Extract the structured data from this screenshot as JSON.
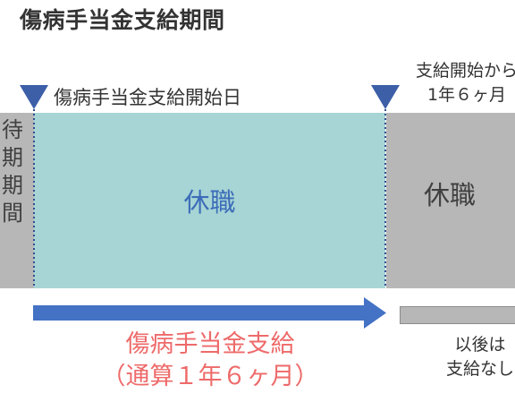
{
  "title": "傷病手当金支給期間",
  "start_marker_label": "傷病手当金支給開始日",
  "end_marker_label": "支給開始から\n1年６ヶ月",
  "waiting_period_label": "待\n期\n期\n間",
  "leave_label_1": "休職",
  "leave_label_2": "休職",
  "benefit_label": "傷病手当金支給\n（通算１年６ヶ月）",
  "after_label": "以後は\n支給なし",
  "colors": {
    "gray_block": "#b7b7b7",
    "teal_block": "#a7d5d5",
    "marker_blue": "#3d5fa8",
    "leave_text_blue": "#3d6db9",
    "benefit_red": "#ee6a6a"
  }
}
